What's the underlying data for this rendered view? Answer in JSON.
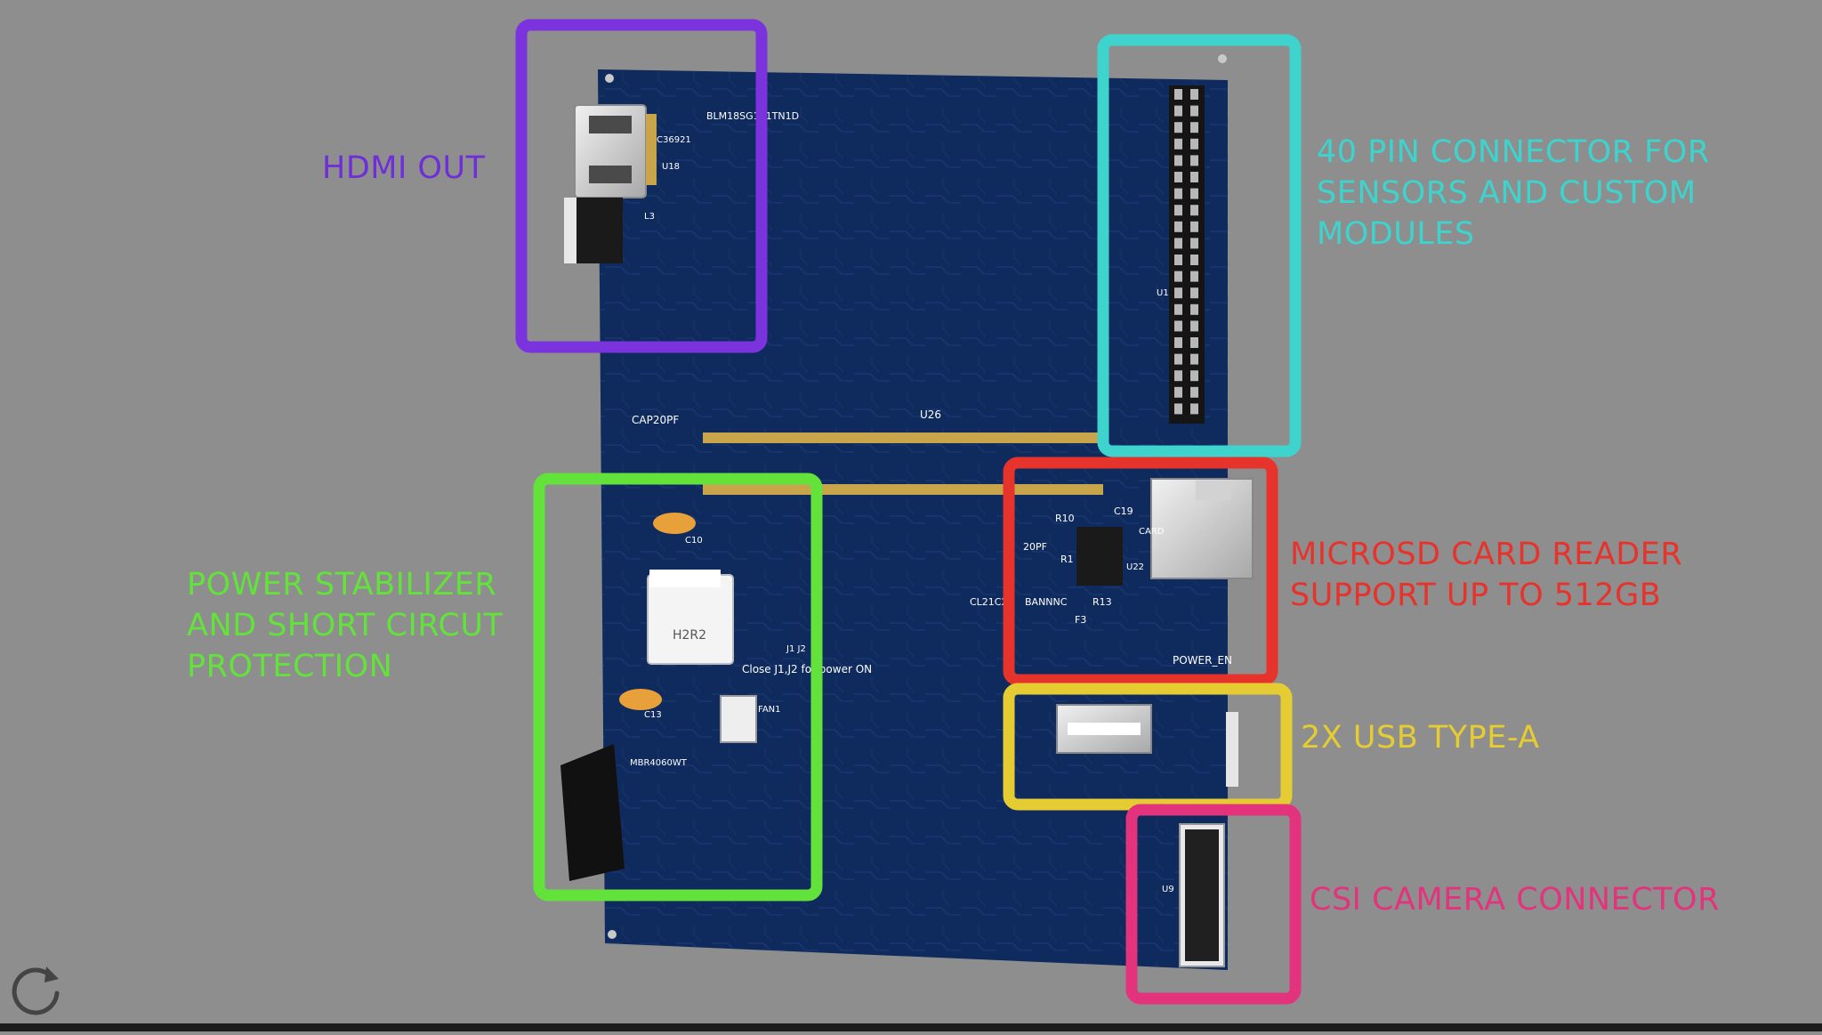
{
  "labels": {
    "hdmi": [
      "HDMI OUT"
    ],
    "pin40": [
      "40 PIN CONNECTOR FOR",
      "SENSORS AND CUSTOM",
      "MODULES"
    ],
    "power": [
      "POWER STABILIZER",
      "AND SHORT CIRCUT",
      "PROTECTION"
    ],
    "microsd": [
      "MICROSD CARD READER",
      "SUPPORT UP TO 512GB"
    ],
    "usb": [
      "2X USB TYPE-A"
    ],
    "csi": [
      "CSI CAMERA CONNECTOR"
    ]
  },
  "silkscreen": {
    "u26": "U26",
    "h2r2": "H2R2",
    "close_text": "Close J1,J2 for power ON",
    "power_en": "POWER_EN",
    "cap20pf": "CAP20PF",
    "blm": "BLM18SG121TN1D",
    "c36": "C36921",
    "u18": "U18",
    "l3": "L3",
    "c10": "C10",
    "c13": "C13",
    "fan1": "FAN1",
    "mbr": "MBR4060WT",
    "r10": "R10",
    "c19": "C19",
    "r13": "R13",
    "f3": "F3",
    "pf20": "20PF",
    "r1x": "R1",
    "u22": "U22",
    "cl21": "CL21C2",
    "bann": "BANNNC",
    "card": "CARD",
    "u1": "U1",
    "u9": "U9",
    "j1j2": "J1 J2"
  },
  "colors": {
    "background": "#8e8e8e",
    "board": "#0f2a5c",
    "hdmi_box": "#7a33dd",
    "pin40_box": "#3ed3cc",
    "power_box": "#63e23c",
    "microsd_box": "#e6332c",
    "usb_box": "#e5cc33",
    "csi_box": "#e3337c"
  },
  "icons": {
    "reload": "reload-icon"
  }
}
